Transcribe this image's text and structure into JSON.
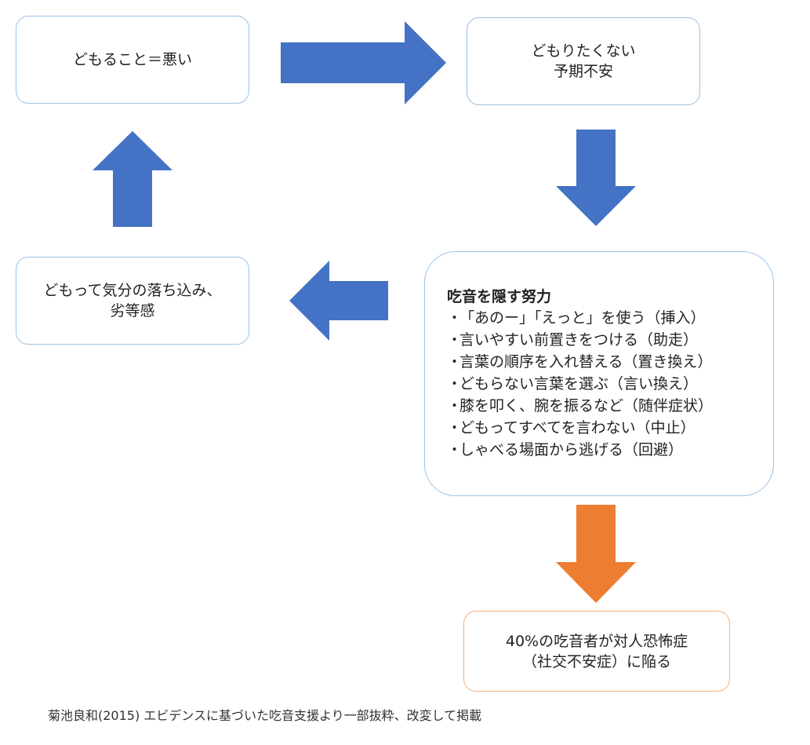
{
  "boxes": {
    "stutter_bad": {
      "lines": [
        "どもること＝悪い"
      ]
    },
    "dont_want": {
      "lines": [
        "どもりたくない",
        "予期不安"
      ]
    },
    "effort": {
      "title": "吃音を隠す努力",
      "items": [
        "「あのー」「えっと」を使う（挿入）",
        "言いやすい前置きをつける（助走）",
        "言葉の順序を入れ替える（置き換え）",
        "どもらない言葉を選ぶ（言い換え）",
        "膝を叩く、腕を振るなど（随伴症状）",
        "どもってすべてを言わない（中止）",
        "しゃべる場面から逃げる（回避）"
      ]
    },
    "depressed": {
      "lines": [
        "どもって気分の落ち込み、",
        "劣等感"
      ]
    },
    "social_anxiety": {
      "lines": [
        "40%の吃音者が対人恐怖症",
        "（社交不安症）に陥る"
      ]
    }
  },
  "bullet": "・",
  "colors": {
    "arrow_blue": "#4472c4",
    "arrow_orange": "#ed7d31",
    "box_border_blue": "#9dc3e6",
    "box_border_orange": "#f4b183"
  },
  "citation": "菊池良和(2015) エビデンスに基づいた吃音支援より一部抜粋、改変して掲載"
}
